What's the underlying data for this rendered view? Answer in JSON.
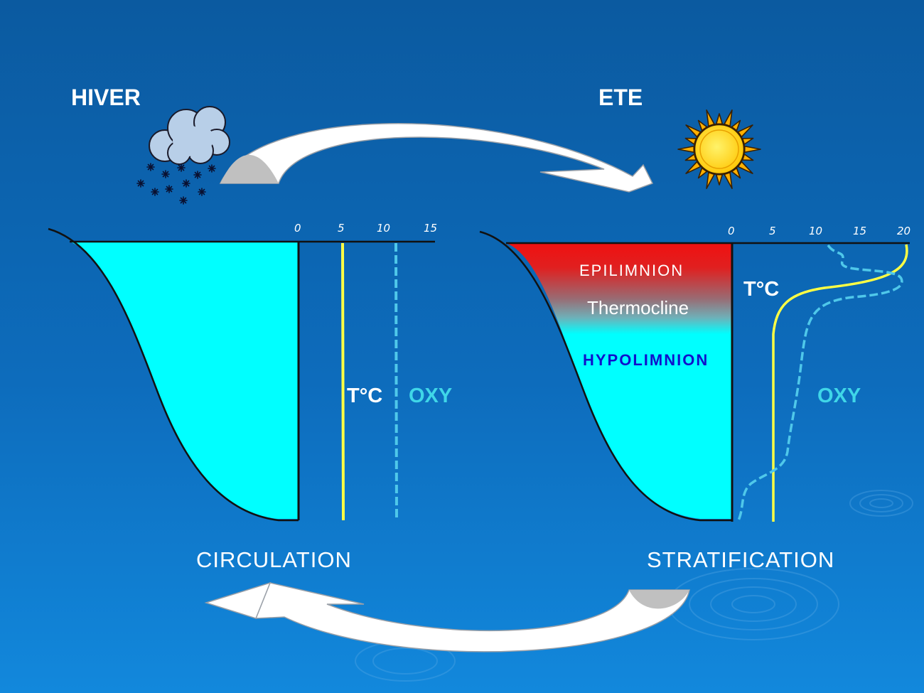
{
  "seasons": {
    "winter": "HIVER",
    "summer": "ETE"
  },
  "phases": {
    "winter": "CIRCULATION",
    "summer": "STRATIFICATION"
  },
  "winter_panel": {
    "ticks": [
      "0",
      "5",
      "10",
      "15"
    ],
    "temp_label": "T°C",
    "oxy_label": "OXY"
  },
  "summer_panel": {
    "ticks": [
      "0",
      "5",
      "10",
      "15",
      "20"
    ],
    "temp_label": "T°C",
    "oxy_label": "OXY",
    "layers": {
      "epilimnion": "EPILIMNION",
      "thermocline": "Thermocline",
      "hypolimnion": "HYPOLIMNION"
    }
  },
  "colors": {
    "background_top": "#0b5aa0",
    "background_bottom": "#1183d8",
    "lake_water": "#00ffff",
    "epilimnion": "#ee1111",
    "temperature_line": "#ffff44",
    "oxygen_line": "#4fc8ea",
    "arrow": "#ffffff",
    "arrow_shade": "#c0c0c0",
    "cloud": "#b8cfe8",
    "sun": "#ffcc00",
    "hypolimnion_text": "#1010cc"
  },
  "icons": {
    "winter": "snow-cloud-icon",
    "summer": "sun-icon"
  }
}
